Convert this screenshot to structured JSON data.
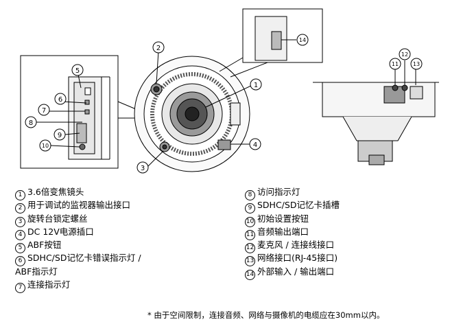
{
  "callouts": [
    "1",
    "2",
    "3",
    "4",
    "5",
    "6",
    "7",
    "8",
    "9",
    "10",
    "11",
    "12",
    "13",
    "14"
  ],
  "legend_left": [
    {
      "num": "1",
      "text": "3.6倍变焦镜头"
    },
    {
      "num": "2",
      "text": "用于调试的监视器输出接口"
    },
    {
      "num": "3",
      "text": "旋转台锁定螺丝"
    },
    {
      "num": "4",
      "text": "DC 12V电源插口"
    },
    {
      "num": "5",
      "text": "ABF按钮"
    },
    {
      "num": "6",
      "text": "SDHC/SD记忆卡错误指示灯 /",
      "cont": "ABF指示灯"
    },
    {
      "num": "7",
      "text": "连接指示灯"
    }
  ],
  "legend_right": [
    {
      "num": "8",
      "text": "访问指示灯"
    },
    {
      "num": "9",
      "text": "SDHC/SD记忆卡插槽"
    },
    {
      "num": "10",
      "text": "初始设置按钮"
    },
    {
      "num": "11",
      "text": "音频输出端口"
    },
    {
      "num": "12",
      "text": "麦克风 / 连接线接口"
    },
    {
      "num": "13",
      "text": "网络接口(RJ-45接口)"
    },
    {
      "num": "14",
      "text": "外部输入 / 输出端口"
    }
  ],
  "footnote": "* 由于空间限制，连接音频、网络与摄像机的电缆应在30mm以内。",
  "colors": {
    "line": "#000000",
    "grey": "#8a8a8a",
    "light": "#d0d0d0"
  }
}
